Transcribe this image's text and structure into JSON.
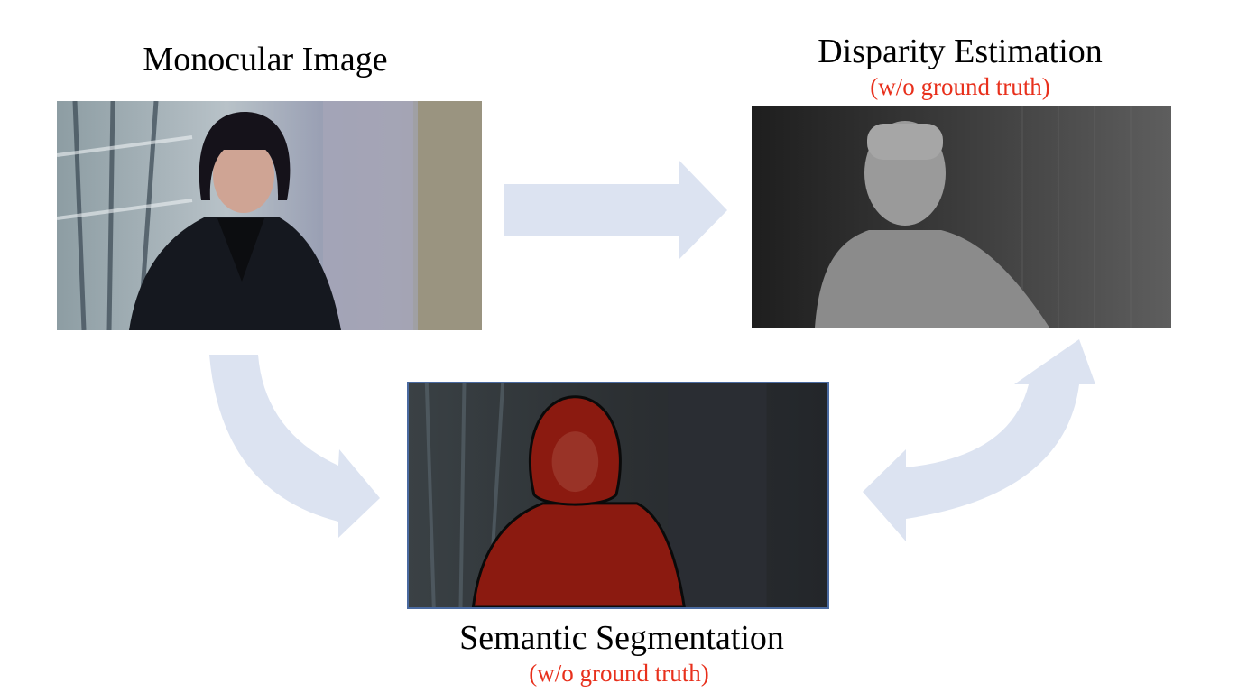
{
  "nodes": {
    "monocular": {
      "title": "Monocular Image"
    },
    "disparity": {
      "title": "Disparity Estimation",
      "subtitle": "(w/o ground truth)"
    },
    "segmentation": {
      "title": "Semantic Segmentation",
      "subtitle": "(w/o ground truth)"
    }
  },
  "edges": [
    {
      "from": "monocular",
      "to": "disparity",
      "direction": "one-way"
    },
    {
      "from": "monocular",
      "to": "segmentation",
      "direction": "one-way"
    },
    {
      "from": "disparity",
      "to": "segmentation",
      "direction": "two-way"
    }
  ],
  "colors": {
    "arrow": "#dce3f1",
    "subtitle": "#e8301c",
    "segmentation_overlay": "#8b1a10",
    "panel_border": "#4a6aa0"
  }
}
